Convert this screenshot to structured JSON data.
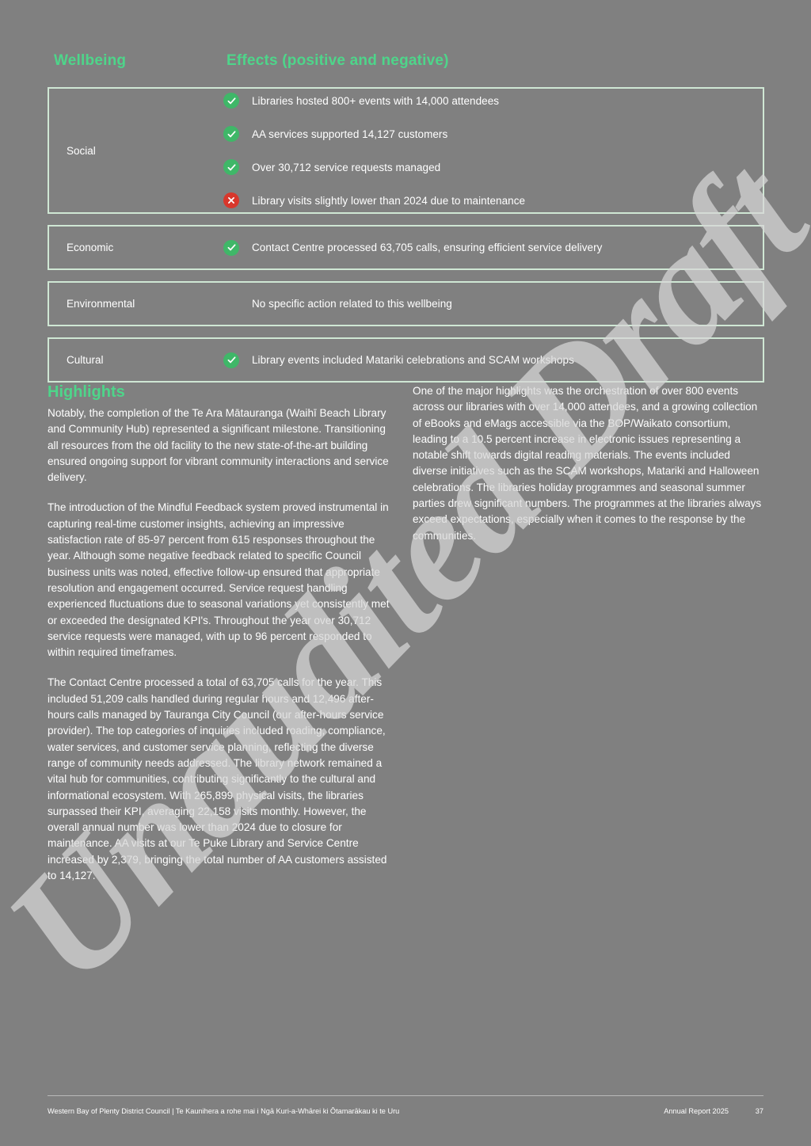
{
  "table": {
    "headers": {
      "wellbeing": "Wellbeing",
      "effects": "Effects (positive and negative)"
    },
    "rows": [
      {
        "label": "Social",
        "effects": [
          {
            "icon": "check-circle-icon",
            "status": "positive",
            "text": "Libraries hosted 800+ events with 14,000 attendees"
          },
          {
            "icon": "check-circle-icon",
            "status": "positive",
            "text": "AA services supported 14,127 customers"
          },
          {
            "icon": "check-circle-icon",
            "status": "positive",
            "text": "Over 30,712 service requests managed"
          },
          {
            "icon": "cross-circle-icon",
            "status": "negative",
            "text": "Library visits slightly lower than 2024 due to maintenance"
          }
        ]
      },
      {
        "label": "Economic",
        "effects": [
          {
            "icon": "check-circle-icon",
            "status": "positive",
            "text": "Contact Centre processed 63,705 calls, ensuring efficient service delivery"
          }
        ]
      },
      {
        "label": "Environmental",
        "effects": [
          {
            "icon": "none",
            "status": "neutral",
            "text": "No specific action related to this wellbeing"
          }
        ]
      },
      {
        "label": "Cultural",
        "effects": [
          {
            "icon": "check-circle-icon",
            "status": "positive",
            "text": "Library events included Matariki celebrations and SCAM workshops"
          }
        ]
      }
    ]
  },
  "highlights": {
    "title": "Highlights",
    "left_paragraphs": [
      "Notably, the completion of the Te Ara Mātauranga (Waihī Beach Library and Community Hub) represented a significant milestone. Transitioning all resources from the old facility to the new state-of-the-art building ensured ongoing support for vibrant community interactions and service delivery.",
      "The introduction of the Mindful Feedback system proved instrumental in capturing real-time customer insights, achieving an impressive satisfaction rate of 85-97 percent from 615 responses throughout the year. Although some negative feedback related to specific Council business units was noted, effective follow-up ensured that appropriate resolution and engagement occurred. Service request handling experienced fluctuations due to seasonal variations yet consistently met or exceeded the designated KPI's. Throughout the year over 30,712 service requests were managed, with up to 96 percent responded to within required timeframes.",
      "The Contact Centre processed a total of 63,705 calls for the year. This included 51,209 calls handled during regular hours and 12,496 after-hours calls managed by Tauranga City Council (our after-hours service provider). The top categories of inquiries included roading, compliance, water services, and customer service planning, reflecting the diverse range of community needs addressed. The library network remained a vital hub for communities, contributing significantly to the cultural and informational ecosystem. With 265,899 physical visits, the libraries surpassed their KPI, averaging 22,158 visits monthly. However, the overall annual number was lower than 2024 due to closure for maintenance. AA visits at our Te Puke Library and Service Centre increased by 2,379, bringing the total number of AA customers assisted to 14,127."
    ],
    "right_paragraphs": [
      "One of the major highlights was the orchestration of over 800 events across our libraries with over 14,000 attendees, and a growing collection of eBooks and eMags accessible via the BOP/Waikato consortium, leading to a 10.5 percent increase in electronic issues representing a notable shift towards digital reading materials. The events included diverse initiatives such as the SCAM workshops, Matariki and Halloween celebrations. The libraries holiday programmes and seasonal summer parties drew significant numbers. The programmes at the libraries always exceed expectations, especially when it comes to the response by the communities."
    ]
  },
  "watermark": {
    "text": "Unaudited Draft"
  },
  "footer": {
    "organisation": "Western Bay of Plenty District Council | Te Kaunihera a rohe mai i Ngā Kuri-a-Whārei ki Ōtamarākau ki te Uru",
    "report": "Annual Report 2025",
    "page": "37"
  },
  "colors": {
    "accent_green": "#4ed58a",
    "border_green": "#cfe7d4",
    "status_positive": "#3fb768",
    "status_negative": "#d8372c",
    "page_background": "#808080",
    "text": "#ffffff"
  }
}
